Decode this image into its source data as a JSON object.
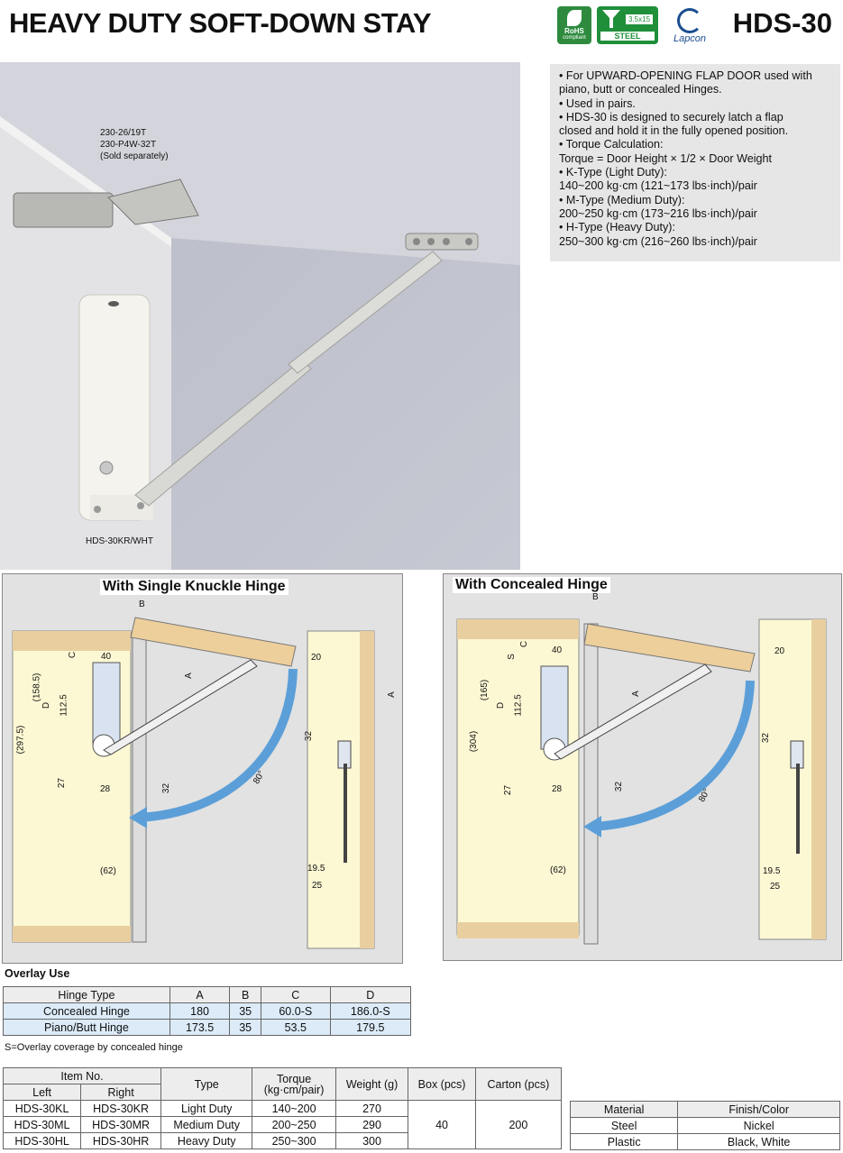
{
  "header": {
    "title": "HEAVY DUTY SOFT-DOWN STAY",
    "model": "HDS-30",
    "badges": {
      "rohs": "RoHS",
      "rohs_sub": "compliant",
      "steel_size": "3.5x15",
      "steel_label": "STEEL",
      "lapcon": "Lapcon"
    }
  },
  "photo": {
    "hinge_label_1": "230-26/19T",
    "hinge_label_2": "230-P4W-32T",
    "hinge_label_3": "(Sold separately)",
    "product_label": "HDS-30KR/WHT"
  },
  "features": [
    [
      "For UPWARD-OPENING FLAP DOOR used with",
      "piano, butt or concealed Hinges."
    ],
    [
      "Used in pairs."
    ],
    [
      "HDS-30 is designed to securely latch a flap",
      "closed and hold it in the fully opened position."
    ],
    [
      "Torque Calculation:",
      "Torque = Door Height × 1/2 × Door Weight"
    ],
    [
      "K-Type (Light Duty):",
      "140~200 kg·cm (121~173 lbs·inch)/pair"
    ],
    [
      "M-Type (Medium Duty):",
      "200~250 kg·cm (173~216 lbs·inch)/pair"
    ],
    [
      "H-Type (Heavy Duty):",
      "250~300 kg·cm (216~260 lbs·inch)/pair"
    ]
  ],
  "diagrams": {
    "left": {
      "title": "With Single Knuckle Hinge",
      "dims": {
        "b": "B",
        "c": "C",
        "d": "D",
        "a": "A",
        "w40": "40",
        "h1585": "(158.5)",
        "h1125": "112.5",
        "h2975": "(297.5)",
        "d27": "27",
        "d28": "28",
        "d32": "32",
        "d62": "(62)",
        "ang": "80°",
        "side20": "20",
        "side32": "32",
        "side195": "19.5",
        "side25": "25",
        "sideA": "A"
      }
    },
    "right": {
      "title": "With Concealed Hinge",
      "dims": {
        "b": "B",
        "c": "C",
        "s": "S",
        "d": "D",
        "a": "A",
        "w40": "40",
        "h165": "(165)",
        "h1125": "112.5",
        "h304": "(304)",
        "d27": "27",
        "d28": "28",
        "d32": "32",
        "d62": "(62)",
        "ang": "80°",
        "side20": "20",
        "side32": "32",
        "side195": "19.5",
        "side25": "25"
      }
    }
  },
  "overlay": {
    "title": "Overlay Use",
    "headers": [
      "Hinge Type",
      "A",
      "B",
      "C",
      "D"
    ],
    "rows": [
      [
        "Concealed Hinge",
        "180",
        "35",
        "60.0-S",
        "186.0-S"
      ],
      [
        "Piano/Butt Hinge",
        "173.5",
        "35",
        "53.5",
        "179.5"
      ]
    ],
    "note": "S=Overlay coverage by concealed hinge"
  },
  "items": {
    "header_item": "Item No.",
    "header_left": "Left",
    "header_right": "Right",
    "header_type": "Type",
    "header_torque_1": "Torque",
    "header_torque_2": "(kg·cm/pair)",
    "header_weight": "Weight (g)",
    "header_box": "Box (pcs)",
    "header_carton": "Carton (pcs)",
    "rows": [
      [
        "HDS-30KL",
        "HDS-30KR",
        "Light Duty",
        "140~200",
        "270"
      ],
      [
        "HDS-30ML",
        "HDS-30MR",
        "Medium Duty",
        "200~250",
        "290"
      ],
      [
        "HDS-30HL",
        "HDS-30HR",
        "Heavy Duty",
        "250~300",
        "300"
      ]
    ],
    "box": "40",
    "carton": "200"
  },
  "material": {
    "headers": [
      "Material",
      "Finish/Color"
    ],
    "rows": [
      [
        "Steel",
        "Nickel"
      ],
      [
        "Plastic",
        "Black, White"
      ]
    ]
  }
}
